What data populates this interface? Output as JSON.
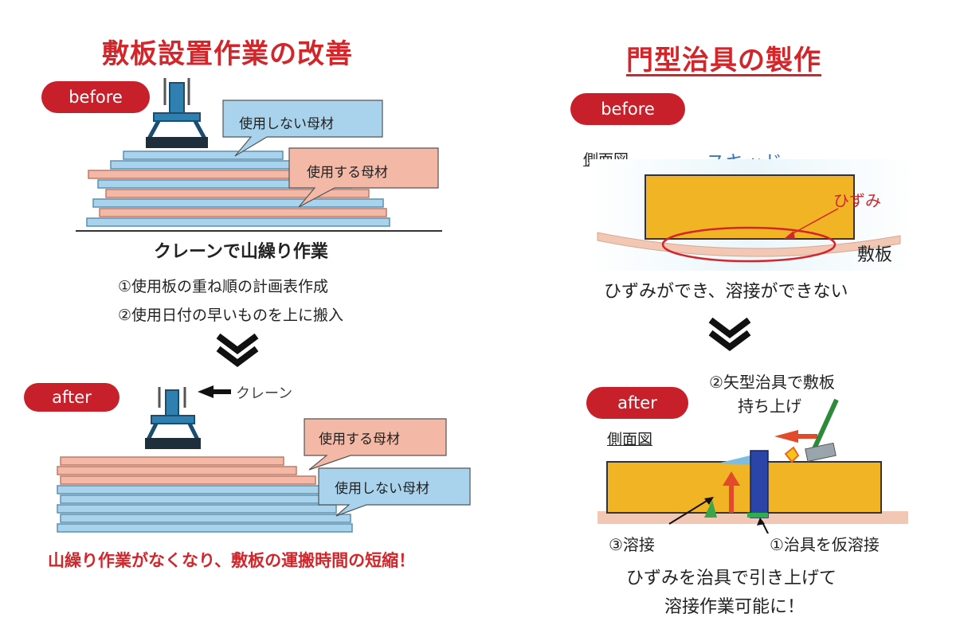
{
  "left": {
    "title": "敷板設置作業の改善",
    "before_label": "before",
    "callout_unused": "使用しない母材",
    "callout_used": "使用する母材",
    "caption": "クレーンで山繰り作業",
    "step1": "①使用板の重ね順の計画表作成",
    "step2": "②使用日付の早いものを上に搬入",
    "after_label": "after",
    "crane_label": "クレーン",
    "after_callout_used": "使用する母材",
    "after_callout_unused": "使用しない母材",
    "result": "山繰り作業がなくなり、敷板の運搬時間の短縮！"
  },
  "right": {
    "title": "門型治具の製作",
    "before_label": "before",
    "side_view": "側面図",
    "skid": "スキッド",
    "distortion": "ひずみ",
    "plate": "敷板",
    "problem": "ひずみができ、溶接ができない",
    "after_label": "after",
    "side_view_after": "側面図",
    "step2_line1": "②矢型治具で敷板",
    "step2_line2": "持ち上げ",
    "step3": "③溶接",
    "step1": "①治具を仮溶接",
    "result_line1": "ひずみを治具で引き上げて",
    "result_line2": "溶接作業可能に！"
  },
  "colors": {
    "accent_red": "#d2262b",
    "pill_red": "#c8202a",
    "blue_plate": "#a9d3ec",
    "pink_plate": "#f3b9a6",
    "skid_yellow": "#f0b424",
    "plate_pink": "#f2c7b3"
  }
}
